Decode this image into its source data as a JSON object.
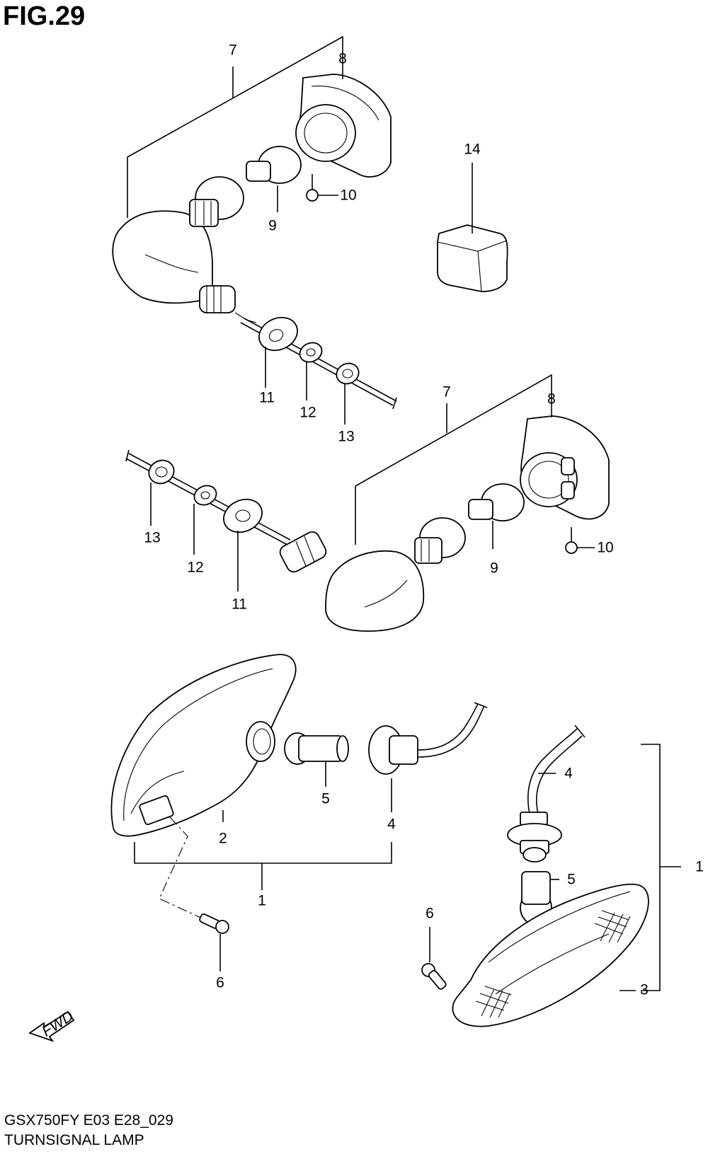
{
  "figure": {
    "title": "FIG.29",
    "model_code": "GSX750FY E03 E28_029",
    "name": "TURNSIGNAL LAMP"
  },
  "callouts": {
    "c1a": "7",
    "c2a": "8",
    "c3a": "14",
    "c4a": "10",
    "c5a": "9",
    "c6a": "11",
    "c7a": "12",
    "c8a": "13",
    "c1b": "7",
    "c2b": "8",
    "c4b": "10",
    "c5b": "9",
    "c6b": "11",
    "c7b": "12",
    "c8b": "13",
    "c1c": "1",
    "c2c": "2",
    "c3c": "5",
    "c4c": "4",
    "c5c": "6",
    "c1d": "1",
    "c2d": "3",
    "c3d": "4",
    "c4d": "5",
    "c5d": "6"
  },
  "fwd_label": "FWD",
  "icons": [
    "fwd-arrow-icon"
  ]
}
